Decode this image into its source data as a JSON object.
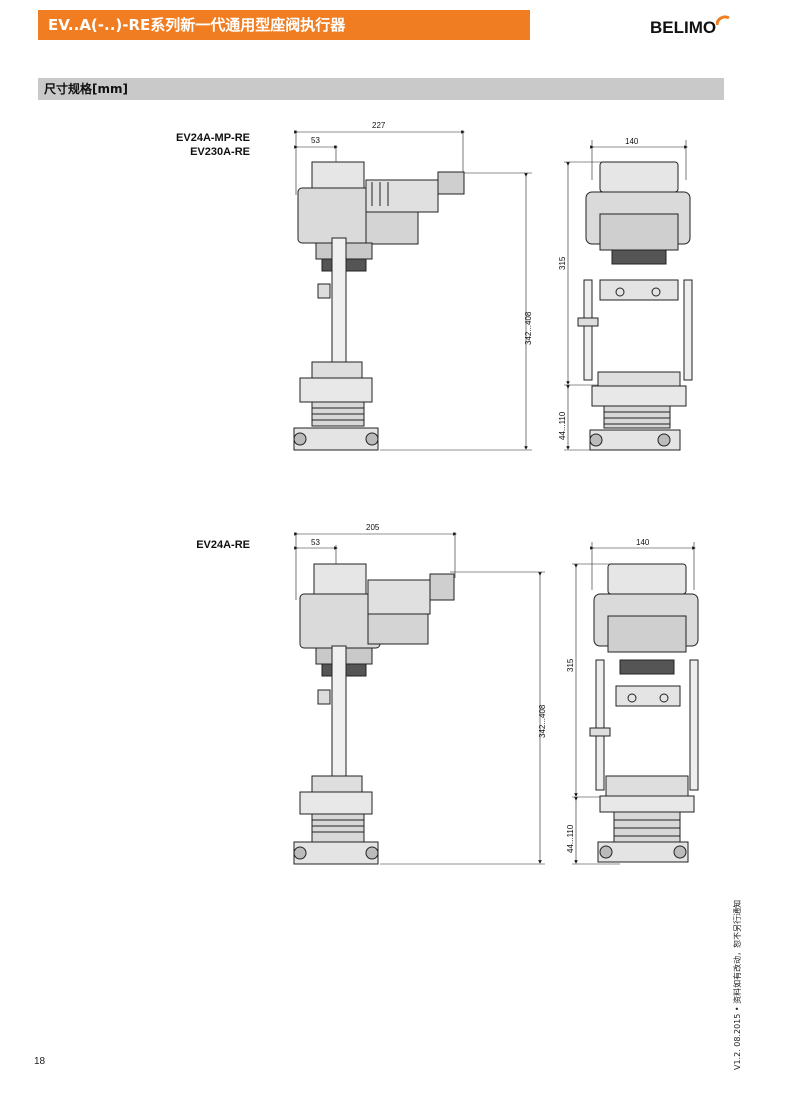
{
  "header": {
    "title": "EV..A(-..)-RE系列新一代通用型座阀执行器",
    "logo_text": "BELIMO",
    "accent": "#f07d21"
  },
  "section": {
    "title": "尺寸规格[mm]"
  },
  "drawings": [
    {
      "models": [
        "EV24A-MP-RE",
        "EV230A-RE"
      ],
      "dims": {
        "total_width": "227",
        "offset": "53",
        "height_range": "342...408",
        "front_width": "140",
        "upper_height": "315",
        "lower_range": "44...110"
      }
    },
    {
      "models": [
        "EV24A-RE"
      ],
      "dims": {
        "total_width": "205",
        "offset": "53",
        "height_range": "342...408",
        "front_width": "140",
        "upper_height": "315",
        "lower_range": "44...110"
      }
    }
  ],
  "footer": {
    "page_number": "18",
    "version_note": "V1.2. 08.2015 • 资料如有改动，恕不另行通知"
  }
}
